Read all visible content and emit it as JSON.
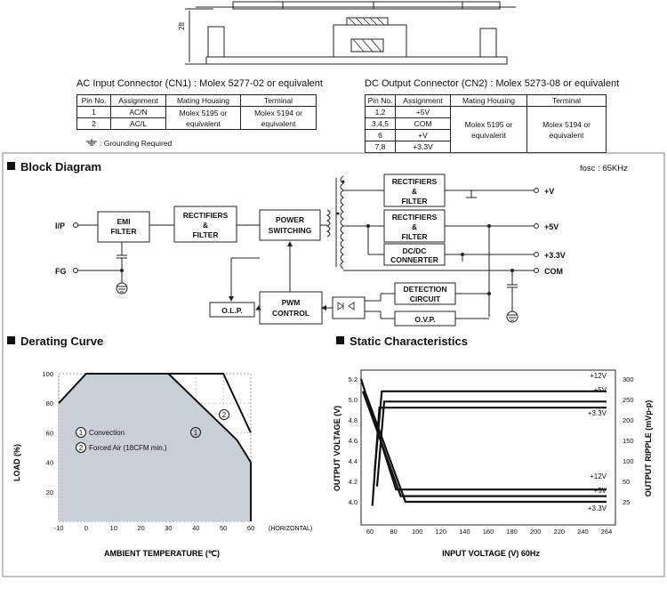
{
  "mech": {
    "height_dim": "28"
  },
  "ac_connector": {
    "title": "AC Input Connector (CN1) : Molex 5277-02  or equivalent",
    "headers": [
      "Pin No.",
      "Assignment",
      "Mating Housing",
      "Terminal"
    ],
    "rows": [
      [
        "1",
        "AC/N"
      ],
      [
        "2",
        "AC/L"
      ]
    ],
    "housing": "Molex 5195 or equivalent",
    "terminal": "Molex 5194 or equivalent",
    "ground_note": ": Grounding Required"
  },
  "dc_connector": {
    "title": "DC Output Connector (CN2) : Molex 5273-08 or equivalent",
    "headers": [
      "Pin No.",
      "Assignment",
      "Mating Housing",
      "Terminal"
    ],
    "rows": [
      [
        "1,2",
        "+5V"
      ],
      [
        "3,4,5",
        "COM"
      ],
      [
        "6",
        "+V"
      ],
      [
        "7,8",
        "+3.3V"
      ]
    ],
    "housing": "Molex 5195 or equivalent",
    "terminal": "Molex 5194 or equivalent"
  },
  "block_diagram": {
    "title": "Block Diagram",
    "fosc": "fosc : 65KHz",
    "ip": "I/P",
    "fg": "FG",
    "emi": [
      "EMI",
      "FILTER"
    ],
    "rect_filter": [
      "RECTIFIERS",
      "&",
      "FILTER"
    ],
    "power_switching": [
      "POWER",
      "SWITCHING"
    ],
    "out_rect1": [
      "RECTIFIERS",
      "&",
      "FILTER"
    ],
    "out_rect2": [
      "RECTIFIERS",
      "&",
      "FILTER"
    ],
    "dcdc": [
      "DC/DC",
      "CONNERTER"
    ],
    "olp": "O.L.P.",
    "pwm": [
      "PWM",
      "CONTROL"
    ],
    "detection": [
      "DETECTION",
      "CIRCUIT"
    ],
    "ovp": "O.V.P.",
    "out_v": "+V",
    "out_5v": "+5V",
    "out_33v": "+3.3V",
    "out_com": "COM"
  },
  "derating": {
    "title": "Derating Curve",
    "ylabel": "LOAD (%)",
    "xlabel": "AMBIENT TEMPERATURE (℃)",
    "horizontal": "(HORIZONTAL)",
    "legend": [
      {
        "num": "1",
        "text": "Convection"
      },
      {
        "num": "2",
        "text": "Forced Air (18CFM min.)"
      }
    ],
    "curve1_label": "1",
    "curve2_label": "2"
  },
  "static": {
    "title": "Static Characteristics",
    "ylabel_left": "OUTPUT VOLTAGE (V)",
    "ylabel_right": "OUTPUT RIPPLE (mVp-p)",
    "xlabel": "INPUT VOLTAGE (V) 60Hz",
    "labels": {
      "v12": "+12V",
      "v5": "+5V",
      "v33": "+3.3V",
      "r12": "+12V",
      "r5": "+5V",
      "r33": "+3.3V"
    }
  },
  "chart_data": [
    {
      "type": "area",
      "title": "Derating Curve",
      "xlabel": "AMBIENT TEMPERATURE (℃)",
      "ylabel": "LOAD (%)",
      "xticks": [
        "-10",
        "0",
        "10",
        "20",
        "30",
        "40",
        "50",
        "60"
      ],
      "yticks": [
        "20",
        "40",
        "60",
        "80",
        "100"
      ],
      "xlim": [
        -10,
        60
      ],
      "ylim": [
        0,
        100
      ],
      "series": [
        {
          "name": "Convection",
          "points": [
            [
              -10,
              80
            ],
            [
              0,
              100
            ],
            [
              30,
              100
            ],
            [
              55,
              55
            ],
            [
              60,
              40
            ],
            [
              60,
              0
            ]
          ]
        },
        {
          "name": "Forced Air (18CFM min.)",
          "points": [
            [
              -10,
              80
            ],
            [
              0,
              100
            ],
            [
              50,
              100
            ],
            [
              60,
              60
            ],
            [
              60,
              0
            ]
          ]
        }
      ]
    },
    {
      "type": "line",
      "title": "Static Characteristics",
      "xlabel": "INPUT VOLTAGE (V) 60Hz",
      "x_ticks": [
        "60",
        "80",
        "100",
        "120",
        "140",
        "160",
        "180",
        "200",
        "220",
        "240",
        "264"
      ],
      "xlim": [
        50,
        264
      ],
      "y_left_ticks": [
        "4.0",
        "4.2",
        "4.4",
        "4.6",
        "4.8",
        "5.0",
        "5.2"
      ],
      "y_right_ticks": [
        "25",
        "50",
        "100",
        "150",
        "200",
        "250",
        "300"
      ],
      "series": [
        {
          "name": "+12V",
          "axis": "left",
          "points": [
            [
              64,
              4.3
            ],
            [
              70,
              5.08
            ],
            [
              264,
              5.08
            ]
          ]
        },
        {
          "name": "+5V",
          "axis": "left",
          "points": [
            [
              66,
              4.15
            ],
            [
              72,
              4.98
            ],
            [
              264,
              4.98
            ]
          ]
        },
        {
          "name": "+3.3V",
          "axis": "left",
          "points": [
            [
              62,
              3.96
            ],
            [
              68,
              4.92
            ],
            [
              264,
              4.92
            ]
          ]
        },
        {
          "name": "+12V",
          "axis": "right",
          "points": [
            [
              50,
              300
            ],
            [
              82,
              40
            ],
            [
              264,
              40
            ]
          ]
        },
        {
          "name": "+5V",
          "axis": "right",
          "points": [
            [
              52,
              270
            ],
            [
              86,
              32
            ],
            [
              264,
              32
            ]
          ]
        },
        {
          "name": "+3.3V",
          "axis": "right",
          "points": [
            [
              56,
              260
            ],
            [
              90,
              25
            ],
            [
              264,
              25
            ]
          ]
        }
      ]
    }
  ]
}
